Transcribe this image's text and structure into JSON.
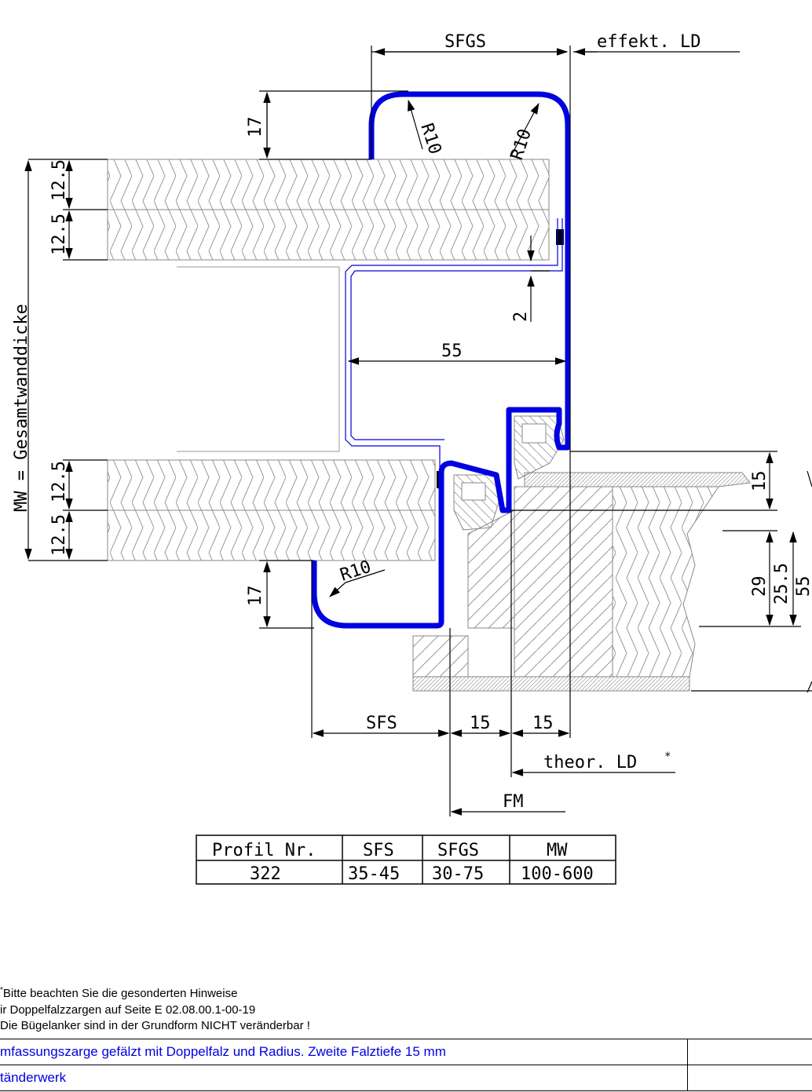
{
  "colors": {
    "profile": "#0000e0",
    "line": "#000000",
    "hatch": "#888888"
  },
  "dimensions": {
    "sfgs": "SFGS",
    "effekt_ld": "effekt. LD",
    "h17_top": "17",
    "r10_a": "R10",
    "r10_b": "R10",
    "r10_c": "R10",
    "w12_5_a": "12.5",
    "w12_5_b": "12.5",
    "w12_5_c": "12.5",
    "w12_5_d": "12.5",
    "mw_label": "MW = Gesamtwanddicke",
    "gap_2": "2",
    "w55": "55",
    "d15_right": "15",
    "d29": "29",
    "d25_5": "25.5",
    "d55_right": "55",
    "h17_bottom": "17",
    "sfs": "SFS",
    "w15_a": "15",
    "w15_b": "15",
    "theor_ld": "theor. LD",
    "asterisk": "*",
    "fm": "FM"
  },
  "table": {
    "headers": [
      "Profil Nr.",
      "SFS",
      "SFGS",
      "MW"
    ],
    "row": [
      "322",
      "35-45",
      "30-75",
      "100-600"
    ]
  },
  "notes": {
    "line1_star": "*",
    "line1": "Bitte beachten Sie die gesonderten Hinweise",
    "line2": "ir Doppelfalzzargen auf Seite E 02.08.00.1-00-19",
    "line3": "Die Bügelanker sind in der Grundform NICHT veränderbar !"
  },
  "title_block": {
    "row1": "mfassungszarge gefälzt mit Doppelfalz und Radius. Zweite Falztiefe 15 mm",
    "row2": "tänderwerk"
  }
}
